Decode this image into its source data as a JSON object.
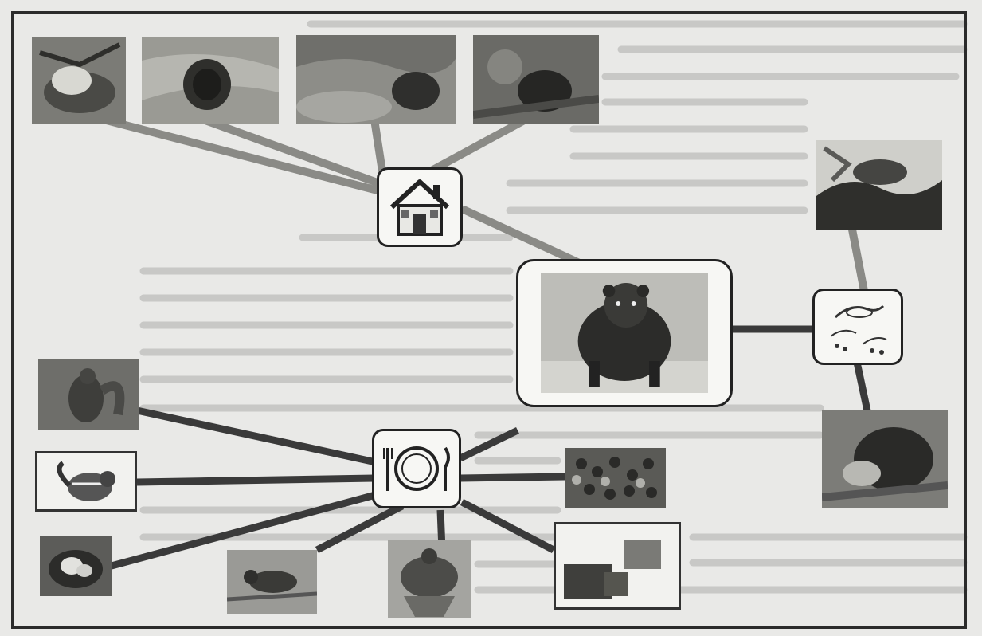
{
  "diagram": {
    "hubs": [
      {
        "id": "home",
        "icon": "house-icon"
      },
      {
        "id": "center",
        "icon": "marten-photo"
      },
      {
        "id": "food",
        "icon": "plate-fork-knife-icon"
      },
      {
        "id": "tracks",
        "icon": "marten-tracks-drawing"
      }
    ],
    "home_images": [
      "bird-nest-photo",
      "tree-hollow-photo",
      "rock-den-photo",
      "ground-burrow-photo"
    ],
    "food_images": [
      "squirrel-photo",
      "chipmunk-drawing",
      "bird-egg-nest-photo",
      "small-bird-photo",
      "grouse-photo",
      "berries-photo",
      "food-collage-photo"
    ],
    "right_images": [
      "marten-in-snow-photo",
      "marten-with-prey-photo"
    ],
    "colors": {
      "frame": "#2b2b2b",
      "edge_home": "#8a8a86",
      "edge_food": "#3a3a3a",
      "edge_right": "#3a3a3a"
    }
  }
}
